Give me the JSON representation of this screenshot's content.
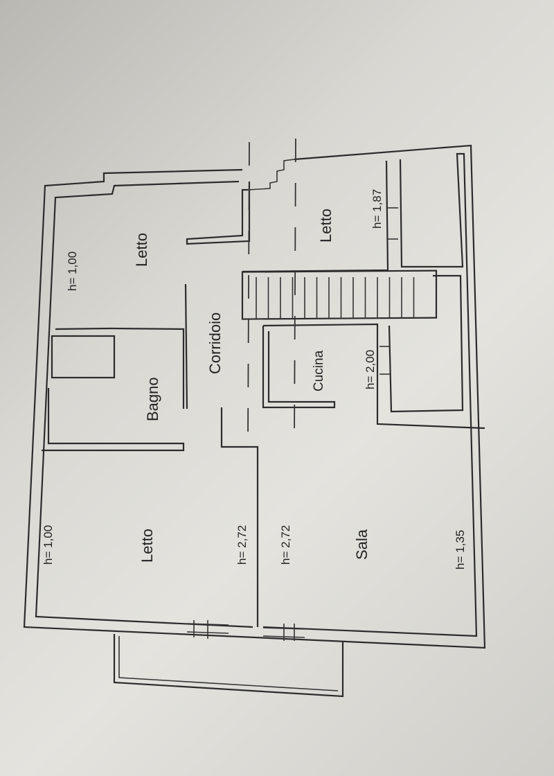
{
  "rooms": {
    "letto_top": "Letto",
    "letto_right": "Letto",
    "letto_bottom": "Letto",
    "corridoio": "Corridoio",
    "bagno": "Bagno",
    "cucina": "Cucina",
    "sala": "Sala"
  },
  "heights": {
    "letto_top": "h= 1,00",
    "letto_right": "h= 1,87",
    "cucina": "h= 2,00",
    "letto_bottom": "h= 1,00",
    "corridor_left": "h= 2,72",
    "corridor_right": "h= 2,72",
    "sala": "h= 1,35"
  }
}
